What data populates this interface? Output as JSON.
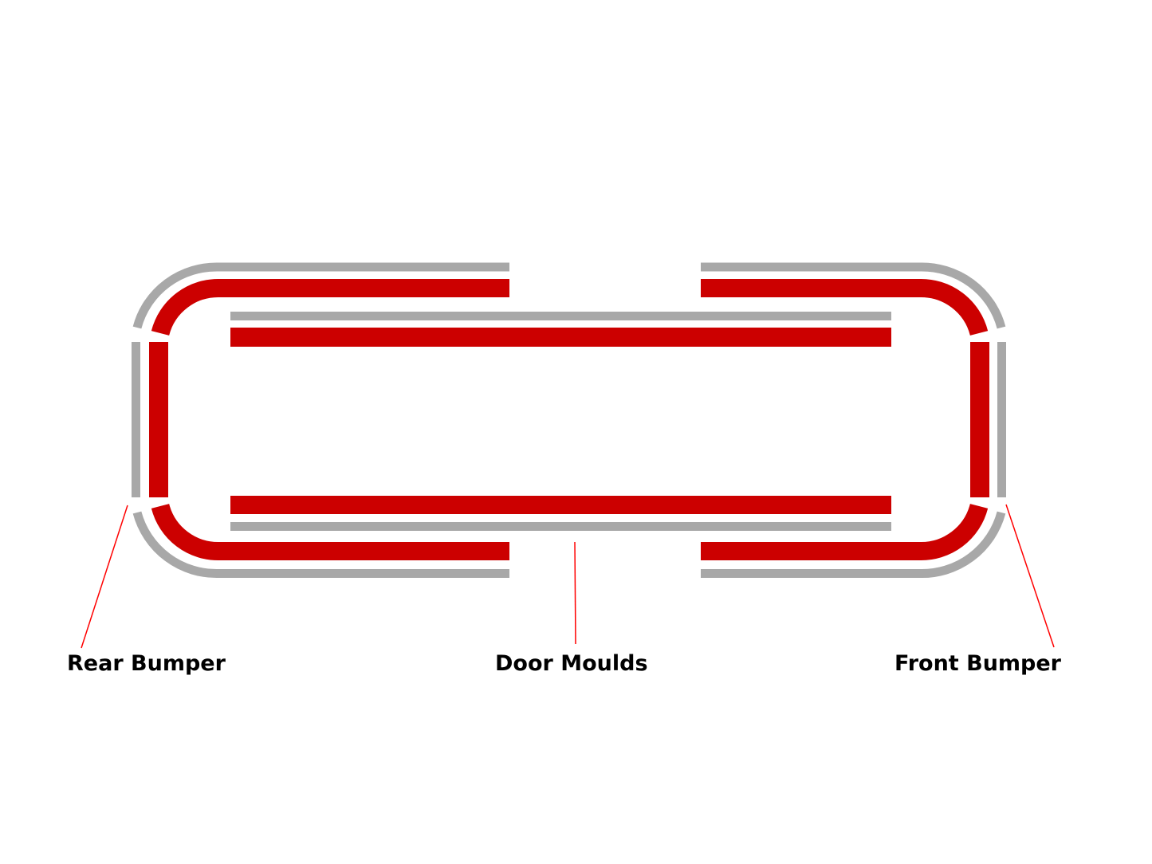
{
  "diagram": {
    "labels": {
      "rear_bumper": "Rear Bumper",
      "door_moulds": "Door Moulds",
      "front_bumper": "Front Bumper"
    },
    "colors": {
      "trim_red": "#cc0000",
      "guide_gray": "#a8a8a8",
      "leader_line": "#ff0000",
      "background": "#ffffff",
      "text": "#000000"
    },
    "parts": [
      {
        "name": "rear-bumper",
        "segments": [
          "top-left-corner",
          "left-side",
          "bottom-left-corner"
        ]
      },
      {
        "name": "door-moulds",
        "segments": [
          "top-door-strip",
          "bottom-door-strip"
        ]
      },
      {
        "name": "front-bumper",
        "segments": [
          "top-right-corner",
          "right-side",
          "bottom-right-corner"
        ]
      }
    ]
  }
}
